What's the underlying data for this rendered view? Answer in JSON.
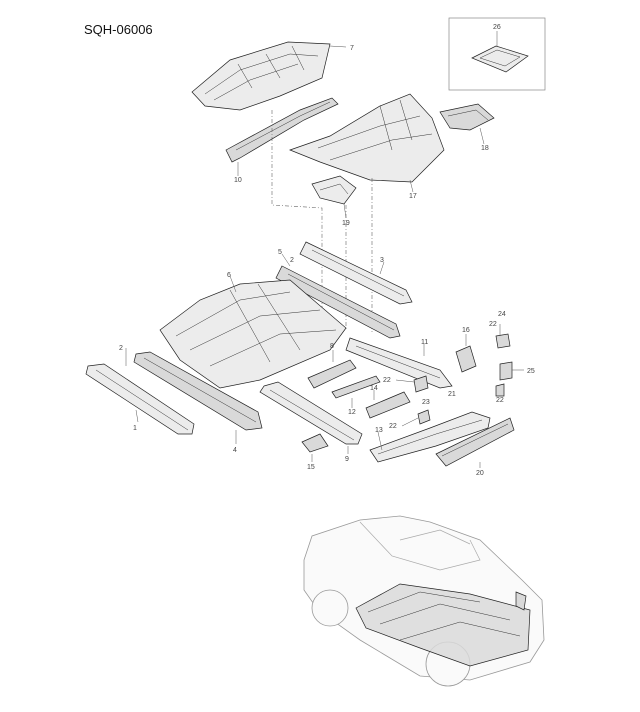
{
  "diagram_code": "SQH-06006",
  "callouts": {
    "c1": "1",
    "c2a": "2",
    "c2b": "2",
    "c3": "3",
    "c4": "4",
    "c5": "5",
    "c6": "6",
    "c7": "7",
    "c8": "8",
    "c9": "9",
    "c10": "10",
    "c11": "11",
    "c12": "12",
    "c13": "13",
    "c14": "14",
    "c15": "15",
    "c16": "16",
    "c17": "17",
    "c18": "18",
    "c19": "19",
    "c20": "20",
    "c21": "21",
    "c22a": "22",
    "c22b": "22",
    "c22c": "22",
    "c22d": "22",
    "c23": "23",
    "c24": "24",
    "c25": "25",
    "c26": "26"
  }
}
